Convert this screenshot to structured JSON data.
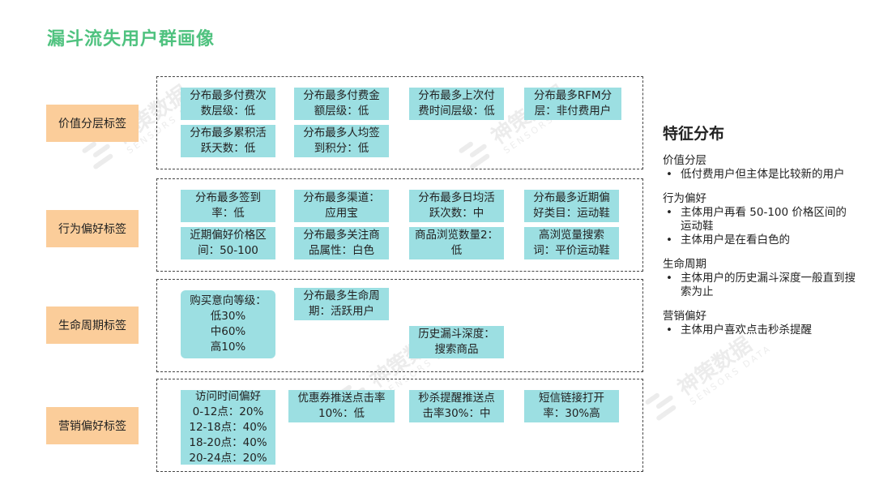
{
  "page": {
    "title": "漏斗流失用户群画像"
  },
  "watermark": {
    "text": "神策数据",
    "sub": "SENSORS DATA"
  },
  "rows": [
    {
      "label": "价值分层标签",
      "chips": [
        "分布最多付费次\n数层级：低",
        "分布最多付费金\n额层级：低",
        "分布最多上次付\n费时间层级：低",
        "分布最多RFM分\n层：非付费用户",
        "分布最多累积活\n跃天数：低",
        "分布最多人均签\n到积分：低"
      ]
    },
    {
      "label": "行为偏好标签",
      "chips": [
        "分布最多签到\n率：低",
        "分布最多渠道：\n应用宝",
        "分布最多日均活\n跃次数：中",
        "分布最多近期偏\n好类目：运动鞋",
        "近期偏好价格区\n间：50-100",
        "分布最多关注商\n品属性：白色",
        "商品浏览数量2：\n低",
        "高浏览量搜索\n词：平价运动鞋"
      ]
    },
    {
      "label": "生命周期标签",
      "chips": [
        "购买意向等级：\n低30%\n中60%\n高10%",
        "分布最多生命周\n期：活跃用户",
        "历史漏斗深度：\n搜索商品"
      ]
    },
    {
      "label": "营销偏好标签",
      "chips": [
        "访问时间偏好\n0-12点：20%\n12-18点：40%\n18-20点：40%\n20-24点：20%",
        "优惠券推送点击率\n10%：低",
        "秒杀提醒推送点\n击率30%：中",
        "短信链接打开\n率：30%高"
      ]
    }
  ],
  "side": {
    "title": "特征分布",
    "sections": [
      {
        "title": "价值分层",
        "bullets": [
          "低付费用户但主体是比较新的用户"
        ]
      },
      {
        "title": "行为偏好",
        "bullets": [
          "主体用户再看 50-100 价格区间的运动鞋",
          "主体用户是在看白色的"
        ]
      },
      {
        "title": "生命周期",
        "bullets": [
          "主体用户的历史漏斗深度一般直到搜索为止"
        ]
      },
      {
        "title": "营销偏好",
        "bullets": [
          "主体用户喜欢点击秒杀提醒"
        ]
      }
    ]
  }
}
